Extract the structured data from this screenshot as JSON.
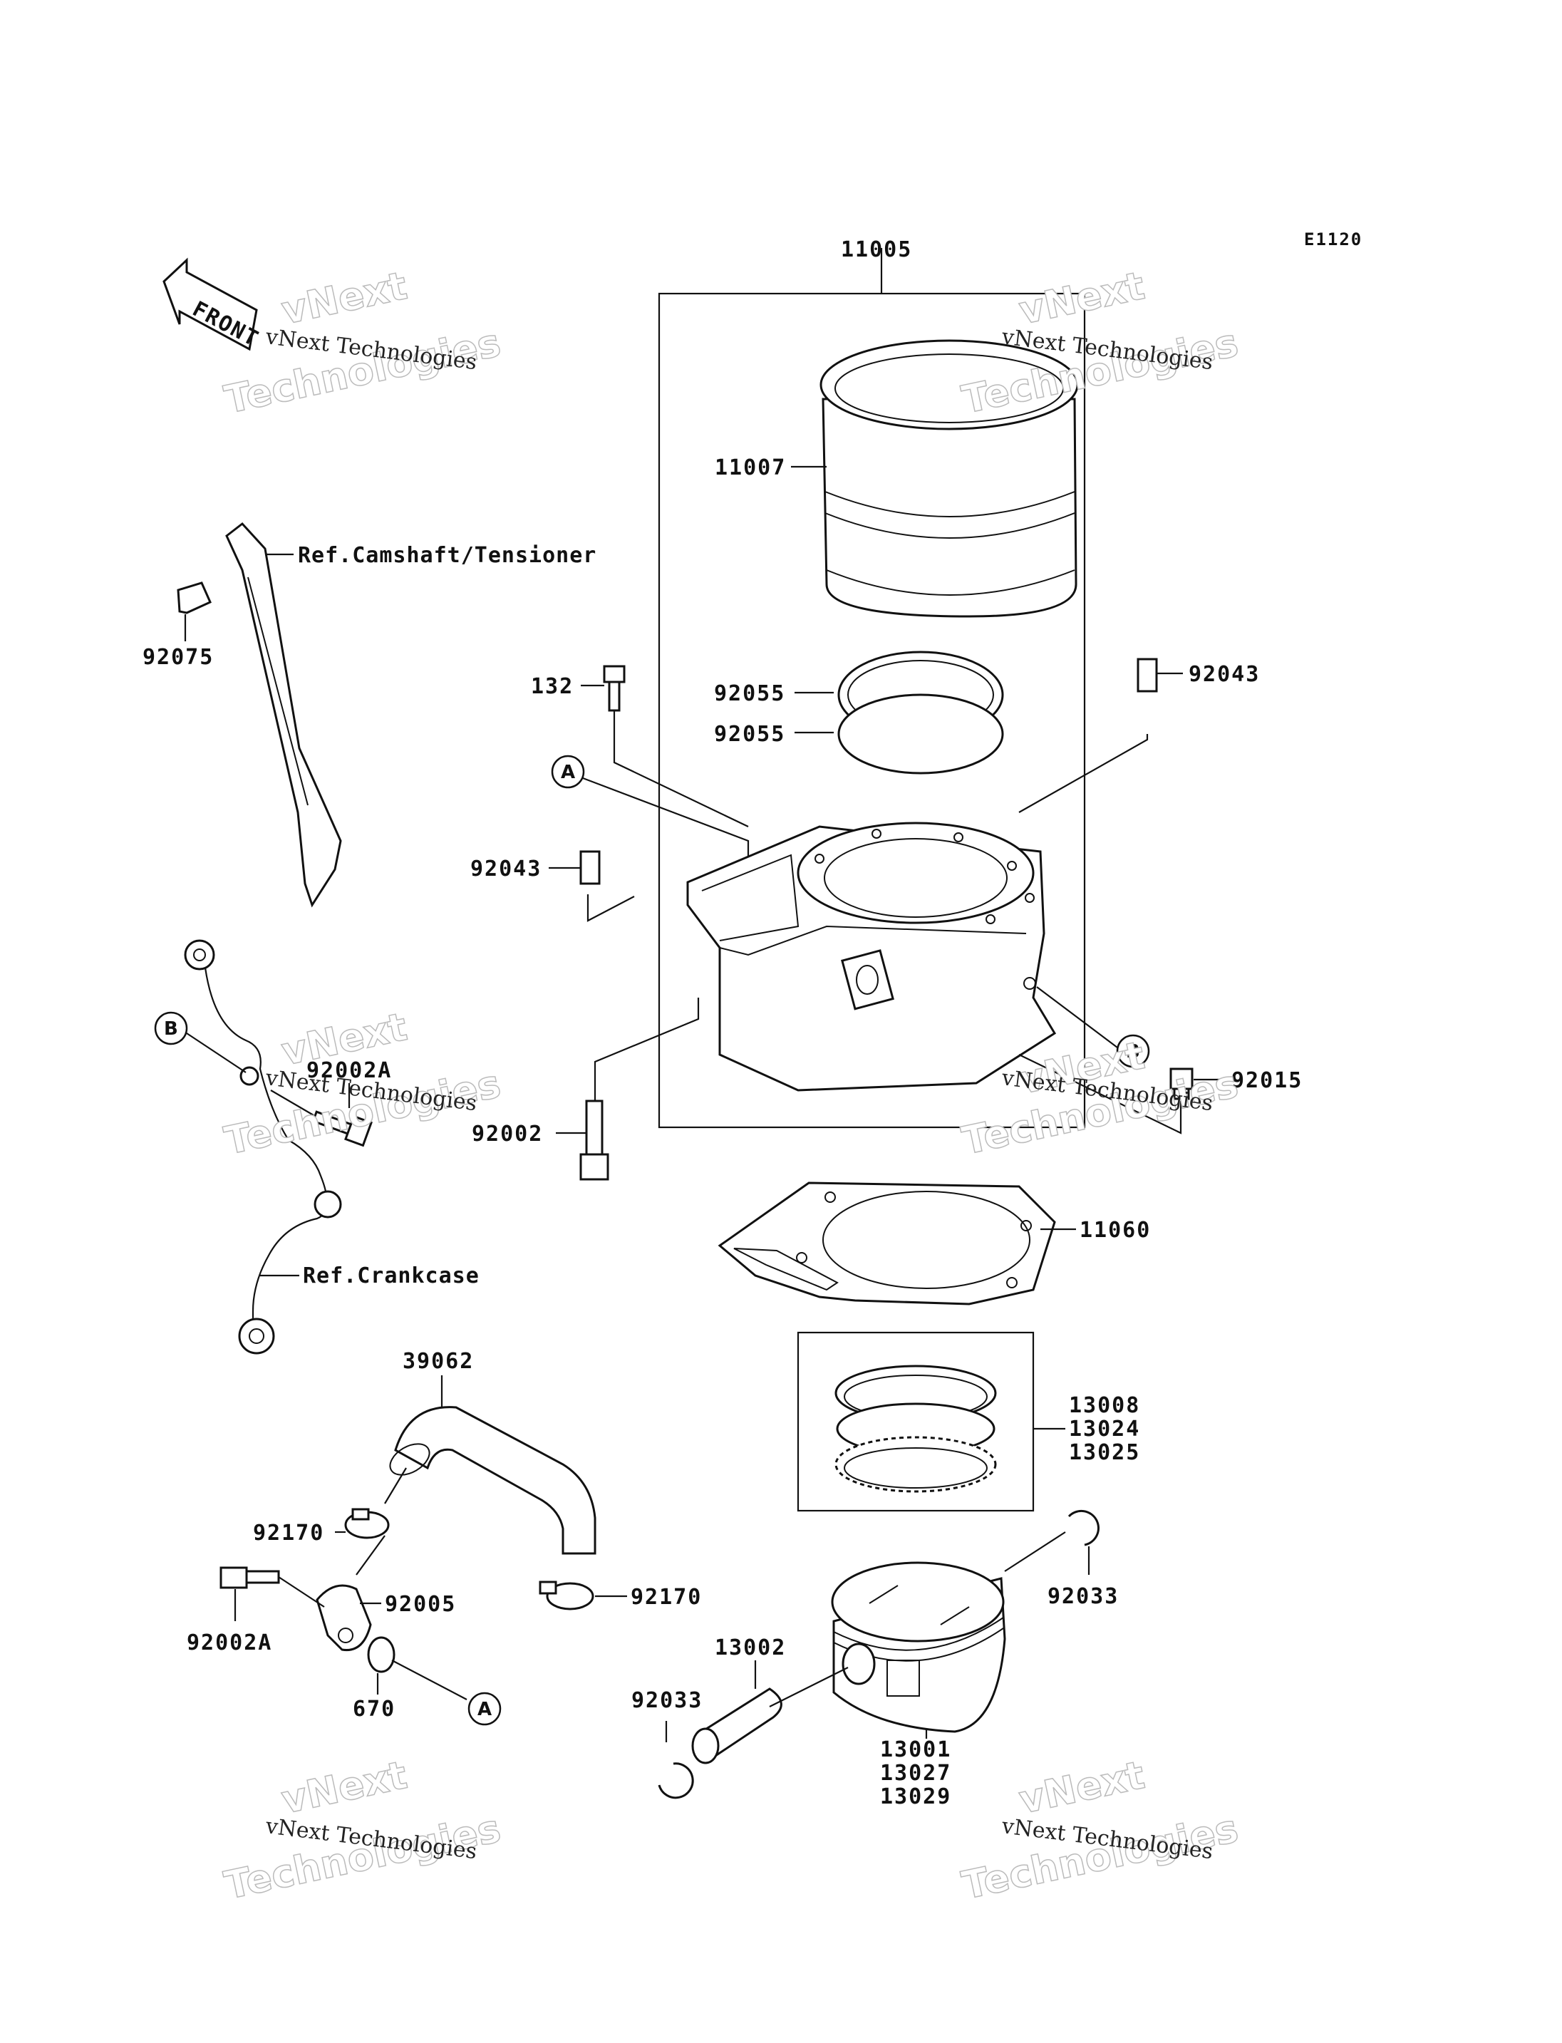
{
  "diagram_code": "E1120",
  "direction_arrow": "FRONT",
  "labels": {
    "cylinder_assy": "11005",
    "sleeve": "11007",
    "seal_upper": "92055",
    "seal_lower": "92055",
    "bolt_132": "132",
    "dowel_right": "92043",
    "dowel_left": "92043",
    "stud_bolt": "92002",
    "plug": "92015",
    "gasket": "11060",
    "rings_a": "13008",
    "rings_b": "13024",
    "rings_c": "13025",
    "circlip_right": "92033",
    "circlip_left": "92033",
    "pin": "13002",
    "piston_a": "13001",
    "piston_b": "13027",
    "piston_c": "13029",
    "hose": "39062",
    "clamp_left": "92170",
    "clamp_right": "92170",
    "fitting": "92005",
    "bolt_lower": "92002A",
    "bolt_upper": "92002A",
    "oring": "670",
    "guide_part": "92075",
    "ref_camshaft": "Ref.Camshaft/Tensioner",
    "ref_crankcase": "Ref.Crankcase"
  },
  "callouts": {
    "a_top": "A",
    "a_bottom": "A",
    "b_left": "B",
    "b_right": "B"
  },
  "watermark": {
    "small": "vNext Technologies",
    "big_1": "vNext",
    "big_2": "Technologies"
  }
}
